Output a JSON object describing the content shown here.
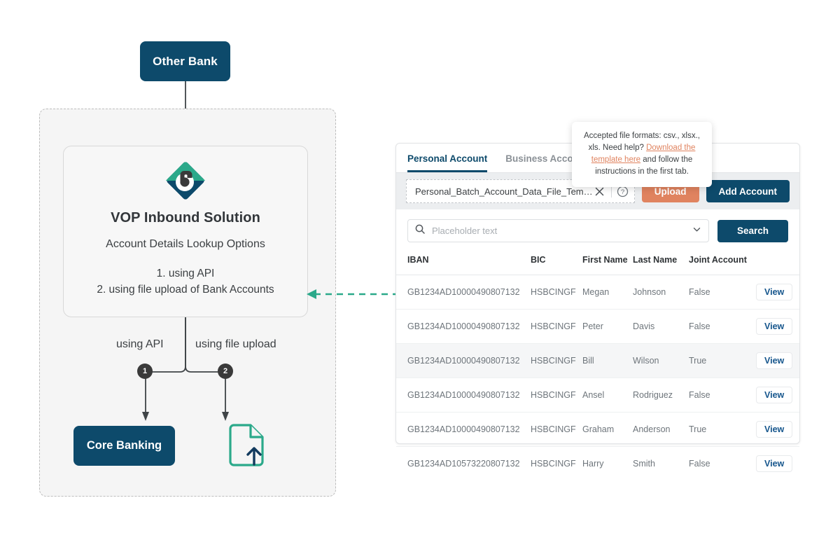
{
  "diagram": {
    "other_bank": "Other Bank",
    "vop": {
      "title": "VOP Inbound Solution",
      "subtitle": "Account Details Lookup Options",
      "option_1": "1. using API",
      "option_2": "2. using file upload of Bank Accounts"
    },
    "branch_label_left": "using API",
    "branch_label_right": "using file upload",
    "marker_1": "1",
    "marker_2": "2",
    "core_banking": "Core Banking",
    "icons": {
      "brand_logo": "bottomline-diamond-b-logo",
      "file_upload": "file-upload-icon",
      "connector_arrow": "dashed-arrow-left-icon"
    },
    "colors": {
      "navy": "#0D4A6B",
      "teal": "#2BA98A",
      "dark": "#3a3a3a",
      "zone_bg": "#f5f5f5"
    }
  },
  "panel": {
    "tabs": [
      {
        "label": "Personal Account",
        "active": true
      },
      {
        "label": "Business Account",
        "active": false
      }
    ],
    "file_upload": {
      "file_name": "Personal_Batch_Account_Data_File_Template.csv",
      "clear_icon": "close-x-icon",
      "help_icon": "question-circle-icon",
      "upload_label": "Upload",
      "add_account_label": "Add Account"
    },
    "tooltip": {
      "line_1": "Accepted file formats: csv., xlsx., xls.",
      "line_2_prefix": "Need help? ",
      "link_text": "Download the template here",
      "line_2_suffix": " and follow the instructions in the first tab."
    },
    "search": {
      "placeholder": "Placeholder text",
      "value": "",
      "search_icon": "search-icon",
      "chevron_icon": "chevron-down-icon",
      "button_label": "Search"
    },
    "table": {
      "columns": [
        "IBAN",
        "BIC",
        "First Name",
        "Last Name",
        "Joint Account",
        ""
      ],
      "action_label": "View",
      "rows": [
        {
          "iban": "GB1234AD10000490807132",
          "bic": "HSBCINGF",
          "first": "Megan",
          "last": "Johnson",
          "joint": "False",
          "action": "View",
          "highlight": false
        },
        {
          "iban": "GB1234AD10000490807132",
          "bic": "HSBCINGF",
          "first": "Peter",
          "last": "Davis",
          "joint": "False",
          "action": "View",
          "highlight": false
        },
        {
          "iban": "GB1234AD10000490807132",
          "bic": "HSBCINGF",
          "first": "Bill",
          "last": "Wilson",
          "joint": "True",
          "action": "View",
          "highlight": true
        },
        {
          "iban": "GB1234AD10000490807132",
          "bic": "HSBCINGF",
          "first": "Ansel",
          "last": "Rodriguez",
          "joint": "False",
          "action": "View",
          "highlight": false
        },
        {
          "iban": "GB1234AD10000490807132",
          "bic": "HSBCINGF",
          "first": "Graham",
          "last": "Anderson",
          "joint": "True",
          "action": "View",
          "highlight": false
        },
        {
          "iban": "GB1234AD10573220807132",
          "bic": "HSBCINGF",
          "first": "Harry",
          "last": "Smith",
          "joint": "False",
          "action": "View",
          "highlight": false
        }
      ]
    },
    "colors": {
      "primary": "#0D4A6B",
      "accent": "#E0835F",
      "link": "#15558c"
    }
  }
}
